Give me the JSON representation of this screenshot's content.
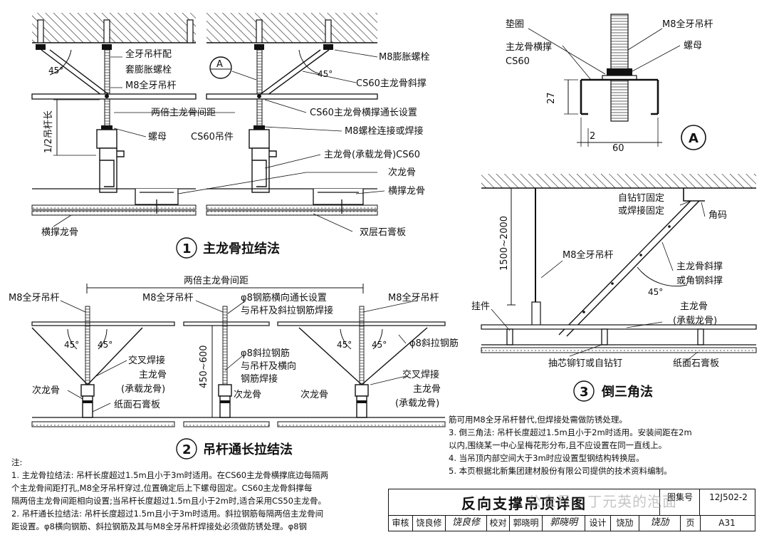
{
  "diagram1": {
    "labels": {
      "full_thread_rod_with_bolt_1": "全牙吊杆配",
      "full_thread_rod_with_bolt_2": "套膨胀螺栓",
      "m8_rod": "M8全牙吊杆",
      "double_spacing": "两倍主龙骨间距",
      "nut": "螺母",
      "cs60_hanger": "CS60吊件",
      "half_rod_length": "1/2吊杆长",
      "angle": "45°",
      "cross_keel": "横撑龙骨",
      "m8_expansion_bolt": "M8膨胀螺栓",
      "cs60_diagonal_brace": "CS60主龙骨斜撑",
      "cs60_cross_brace": "CS60主龙骨横撑通长设置",
      "m8_bolt_or_weld": "M8螺栓连接或焊接",
      "main_keel_cs60": "主龙骨(承载龙骨)CS60",
      "secondary_keel": "次龙骨",
      "cross_brace_keel": "横撑龙骨",
      "double_gypsum": "双层石膏板",
      "detail_marker": "A"
    },
    "caption_num": "1",
    "caption": "主龙骨拉结法"
  },
  "diagram2": {
    "labels": {
      "double_spacing": "两倍主龙骨间距",
      "m8_rod_left": "M8全牙吊杆",
      "m8_rod_mid": "M8全牙吊杆",
      "m8_rod_right": "M8全牙吊杆",
      "phi8_transverse_1": "φ8钢筋横向通长设置",
      "phi8_transverse_2": "与吊杆及斜拉钢筋焊接",
      "phi8_diag_right": "φ8斜拉钢筋",
      "phi8_diag_mid_1": "φ8斜拉钢筋",
      "phi8_diag_mid_2": "与吊杆及横向",
      "phi8_diag_mid_3": "钢筋焊接",
      "dim_450_600": "450~600",
      "cross_weld_left": "交叉焊接",
      "cross_weld_right": "交叉焊接",
      "main_keel_left": "主龙骨",
      "bearing_keel_left": "(承载龙骨)",
      "main_keel_right": "主龙骨",
      "bearing_keel_right": "(承载龙骨)",
      "secondary_keel_left": "次龙骨",
      "secondary_keel_mid1": "次龙骨",
      "secondary_keel_mid2": "次龙骨",
      "paper_gypsum": "纸面石膏板",
      "angle": "45°"
    },
    "caption_num": "2",
    "caption": "吊杆通长拉结法"
  },
  "detailA": {
    "labels": {
      "washer": "垫圈",
      "main_cross_brace": "主龙骨横撑",
      "cs60": "CS60",
      "m8_rod": "M8全牙吊杆",
      "nut": "螺母",
      "dim_27": "27",
      "dim_2": "2",
      "dim_60": "60",
      "marker": "A"
    }
  },
  "diagram3": {
    "labels": {
      "self_drill_1": "自钻钉固定",
      "self_drill_2": "或焊接固定",
      "corner_code": "角码",
      "dim": "1500~2000",
      "m8_rod": "M8全牙吊杆",
      "diag_brace_1": "主龙骨斜撑",
      "diag_brace_2": "或角钢斜撑",
      "angle": "45°",
      "hanger": "挂件",
      "main_keel": "主龙骨",
      "bearing_keel": "(承载龙骨)",
      "rivet": "抽芯铆钉或自钻钉",
      "paper_gypsum": "纸面石膏板"
    },
    "caption_num": "3",
    "caption": "倒三角法"
  },
  "notes_left": {
    "heading": "注:",
    "lines": [
      "1.  主龙骨拉结法: 吊杆长度超过1.5m且小于3m时适用。在CS60主龙骨横撑底边每隔两",
      "    个主龙骨间距打孔,M8全牙吊杆穿过,位置确定后上下螺母固定。CS60主龙骨斜撑每",
      "    隔两倍主龙骨间距相向设置;当吊杆长度超过1.5m且小于2m时,适合采用CS50主龙骨。",
      "2.  吊杆通长拉结法: 吊杆长度超过1.5m且小于3m时适用。斜拉钢筋每隔两倍主龙骨间",
      "    距设置。φ8横向钢筋、斜拉钢筋及其与M8全牙吊杆焊接处必须做防锈处理。φ8钢"
    ]
  },
  "notes_right": {
    "lines": [
      "    筋可用M8全牙吊杆替代,但焊接处需做防锈处理。",
      "3.  倒三角法: 吊杆长度超过1.5m且小于2m时适用。安装间距在2m",
      "    以内,围绕某一中心呈梅花形分布,且不应设置在同一直线上。",
      "4.  当吊顶内部空间大于3m时应设置型钢结构转换层。",
      "5.  本页根据北新集团建材股份有限公司提供的技术资料编制。"
    ]
  },
  "title_block": {
    "title": "反向支撑吊顶详图",
    "atlas_label": "图集号",
    "atlas_code": "12J502-2",
    "review_label": "审核",
    "reviewer": "饶良修",
    "reviewer_sig": "饶良修",
    "check_label": "校对",
    "checker": "郭晓明",
    "checker_sig": "郭晓明",
    "design_label": "设计",
    "designer": "饶劢",
    "designer_sig": "饶劢",
    "page_label": "页",
    "page": "A31"
  },
  "watermark": "公众号 · 丁元英的泡面"
}
